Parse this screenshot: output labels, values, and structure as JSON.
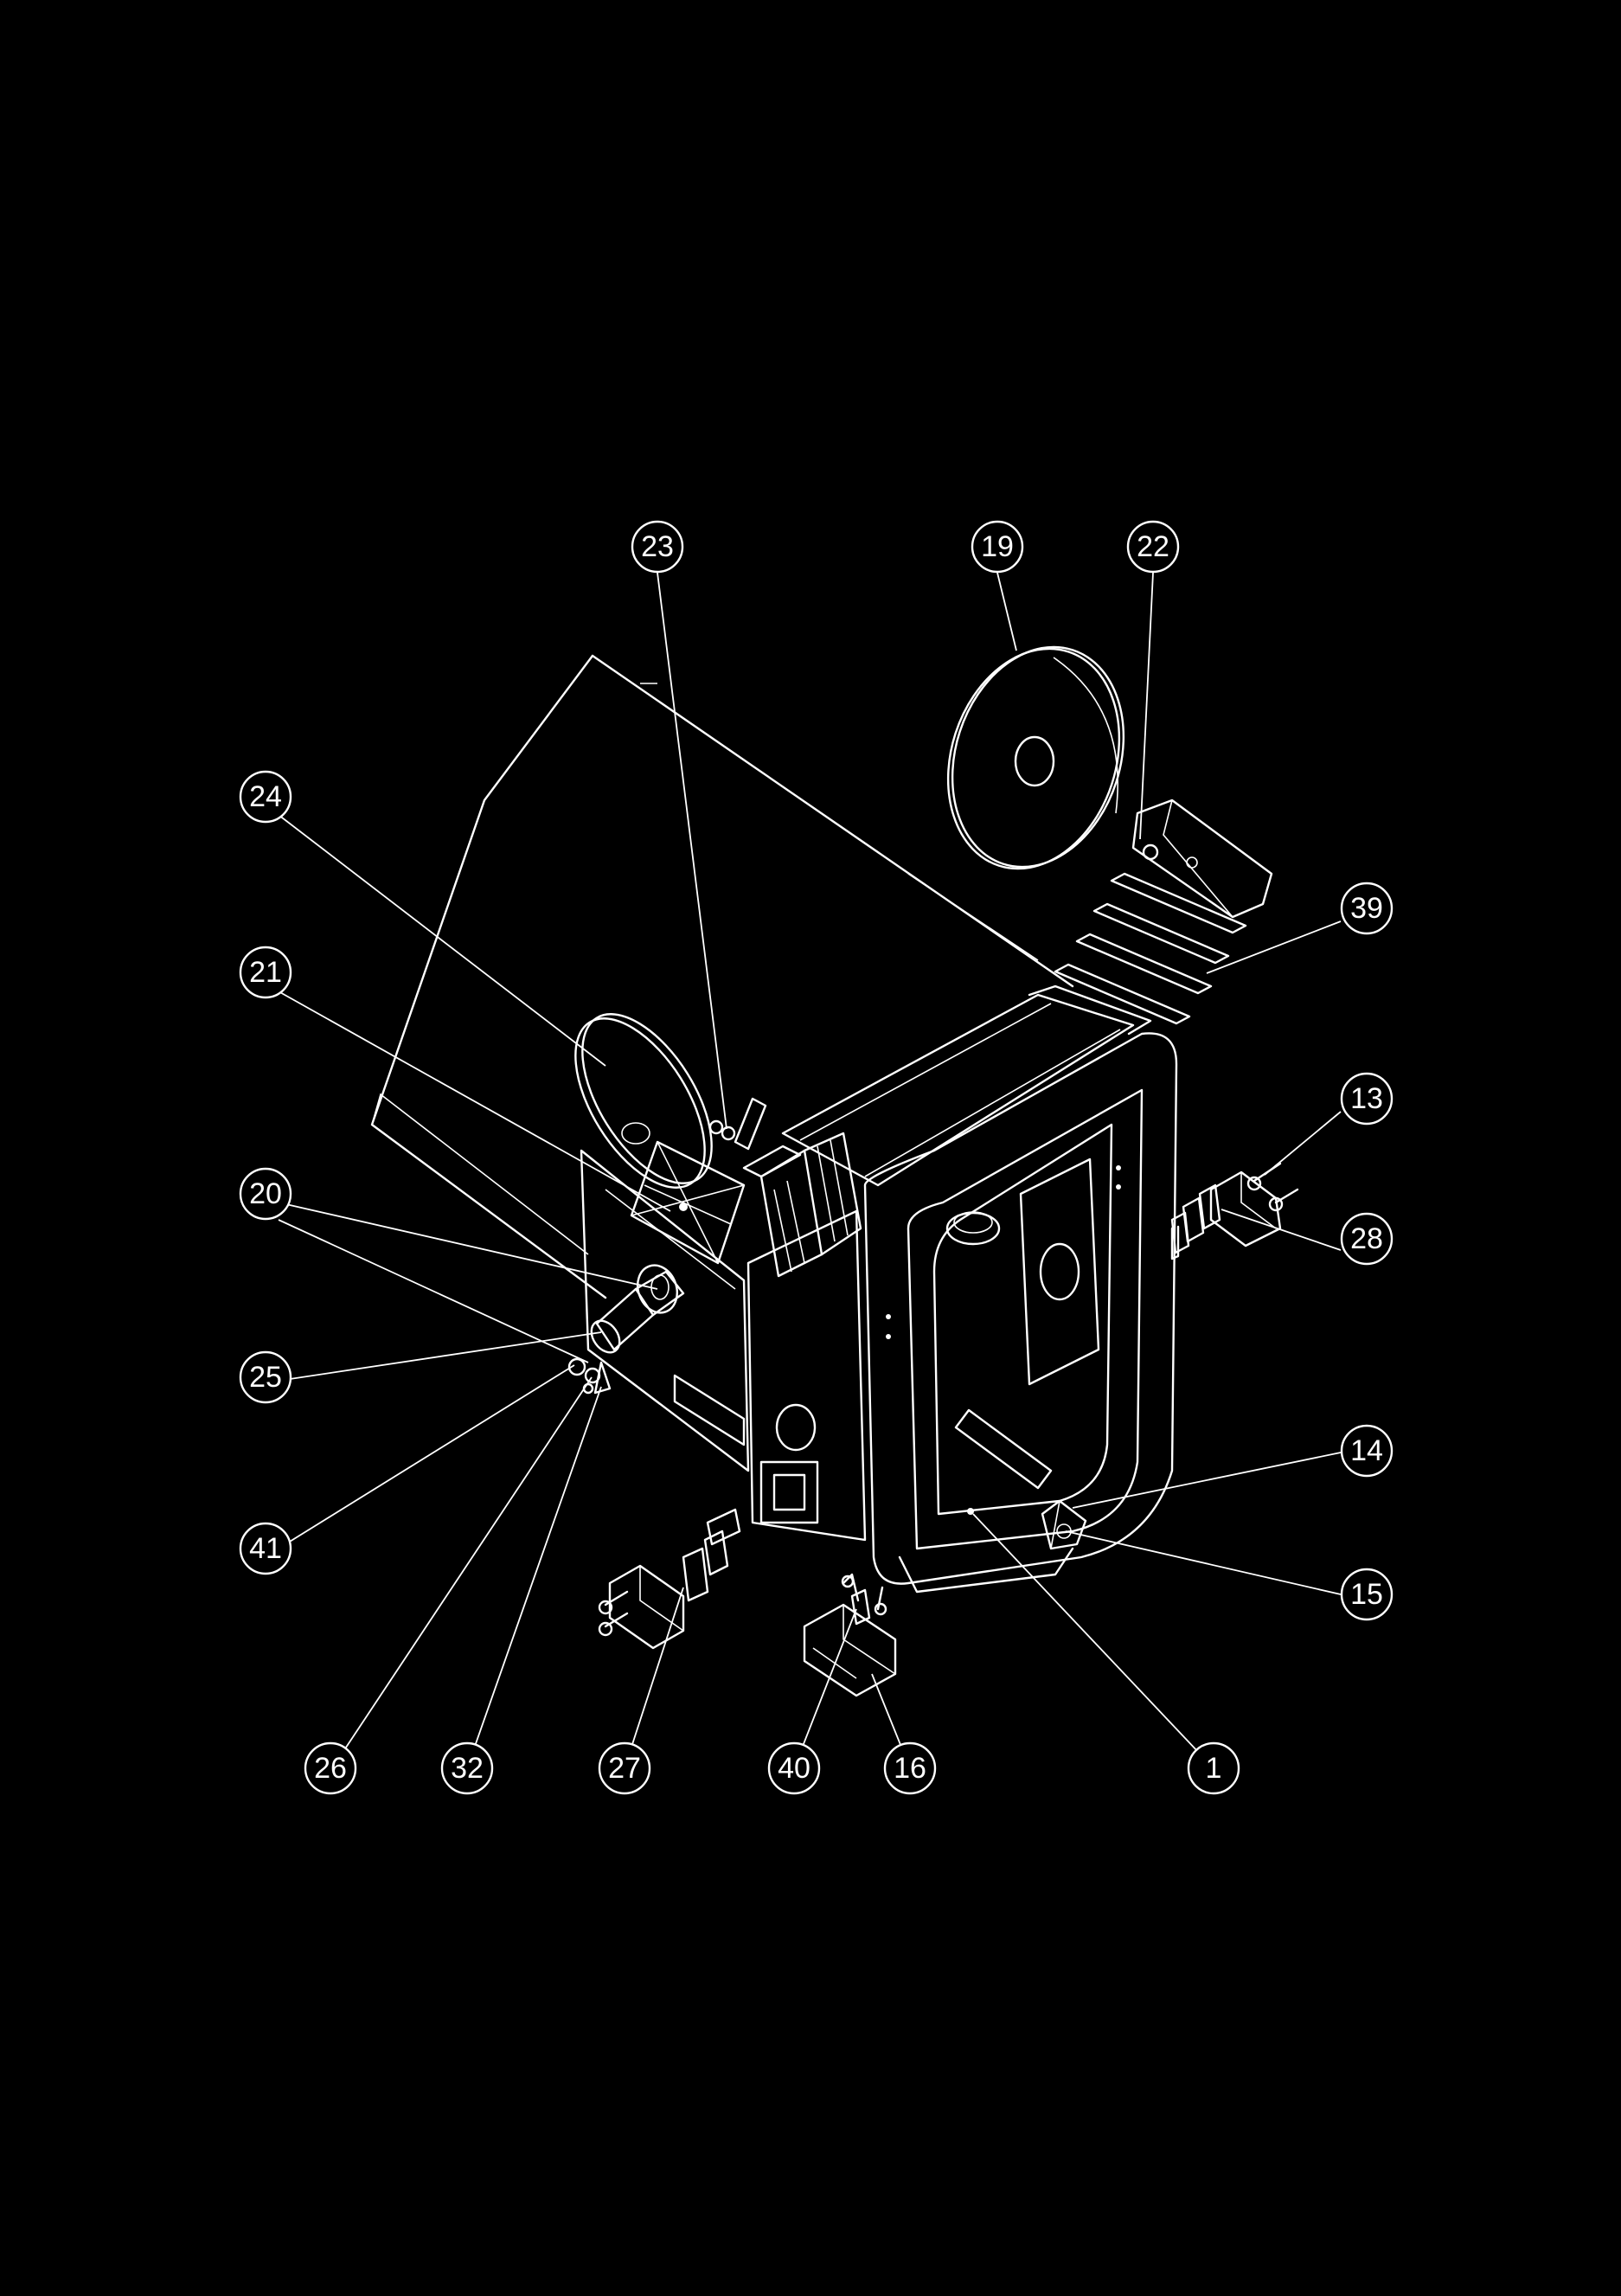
{
  "diagram": {
    "type": "exploded-assembly-drawing",
    "background": "#000000",
    "line_color": "#ffffff",
    "callouts": [
      {
        "id": "c23",
        "label": "23"
      },
      {
        "id": "c19",
        "label": "19"
      },
      {
        "id": "c22",
        "label": "22"
      },
      {
        "id": "c24",
        "label": "24"
      },
      {
        "id": "c39",
        "label": "39"
      },
      {
        "id": "c21",
        "label": "21"
      },
      {
        "id": "c13",
        "label": "13"
      },
      {
        "id": "c20",
        "label": "20"
      },
      {
        "id": "c28",
        "label": "28"
      },
      {
        "id": "c25",
        "label": "25"
      },
      {
        "id": "c14",
        "label": "14"
      },
      {
        "id": "c41",
        "label": "41"
      },
      {
        "id": "c15",
        "label": "15"
      },
      {
        "id": "c26",
        "label": "26"
      },
      {
        "id": "c32",
        "label": "32"
      },
      {
        "id": "c27",
        "label": "27"
      },
      {
        "id": "c40",
        "label": "40"
      },
      {
        "id": "c16",
        "label": "16"
      },
      {
        "id": "c1",
        "label": "1"
      }
    ]
  }
}
